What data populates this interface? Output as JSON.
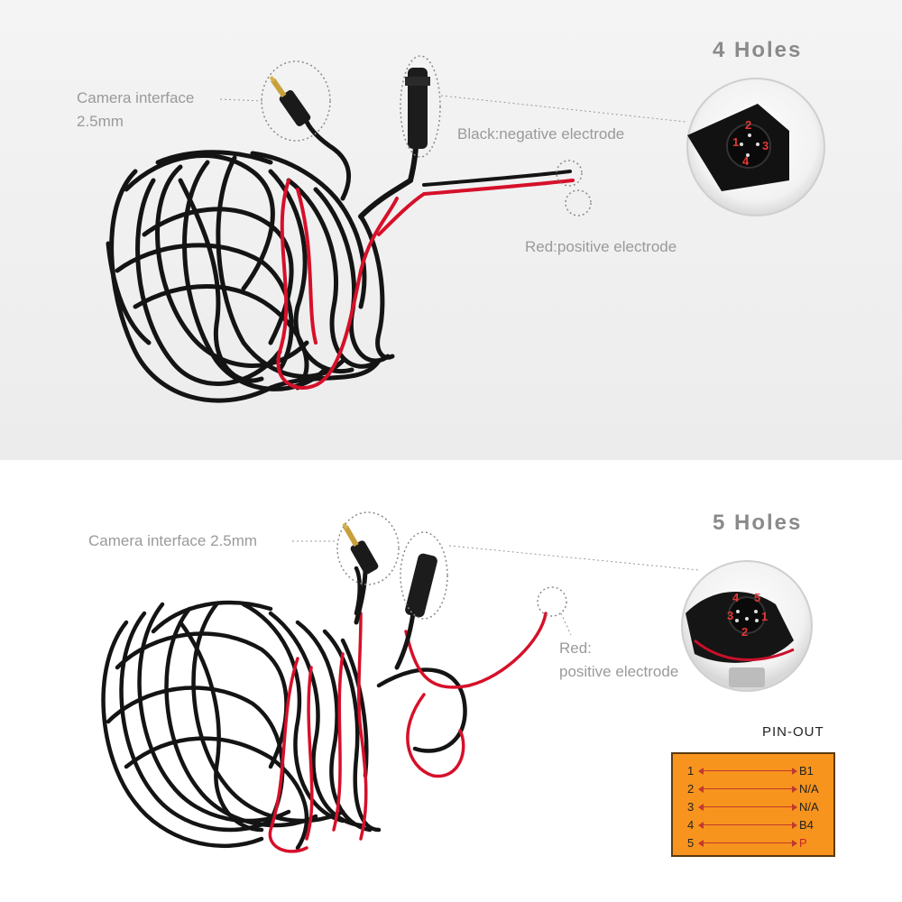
{
  "top_panel": {
    "camera_interface_label": "Camera interface\n2.5mm",
    "black_label": "Black:negative electrode",
    "red_label": "Red:positive electrode",
    "holes_title": "4  Holes",
    "connector_pins": [
      "1",
      "2",
      "3",
      "4"
    ]
  },
  "bottom_panel": {
    "camera_interface_label": "Camera interface 2.5mm",
    "red_label": "Red:\npositive electrode",
    "holes_title": "5  Holes",
    "connector_pins": [
      "1",
      "2",
      "3",
      "4",
      "5"
    ]
  },
  "pinout": {
    "title": "PIN-OUT",
    "rows": [
      {
        "pin": "1",
        "signal": "B1"
      },
      {
        "pin": "2",
        "signal": "N/A"
      },
      {
        "pin": "3",
        "signal": "N/A"
      },
      {
        "pin": "4",
        "signal": "B4"
      },
      {
        "pin": "5",
        "signal": "P"
      }
    ]
  },
  "colors": {
    "cable_black": "#141414",
    "cable_red": "#d6102a",
    "pinout_bg": "#f7941e",
    "label_gray": "#9a9a9a"
  }
}
